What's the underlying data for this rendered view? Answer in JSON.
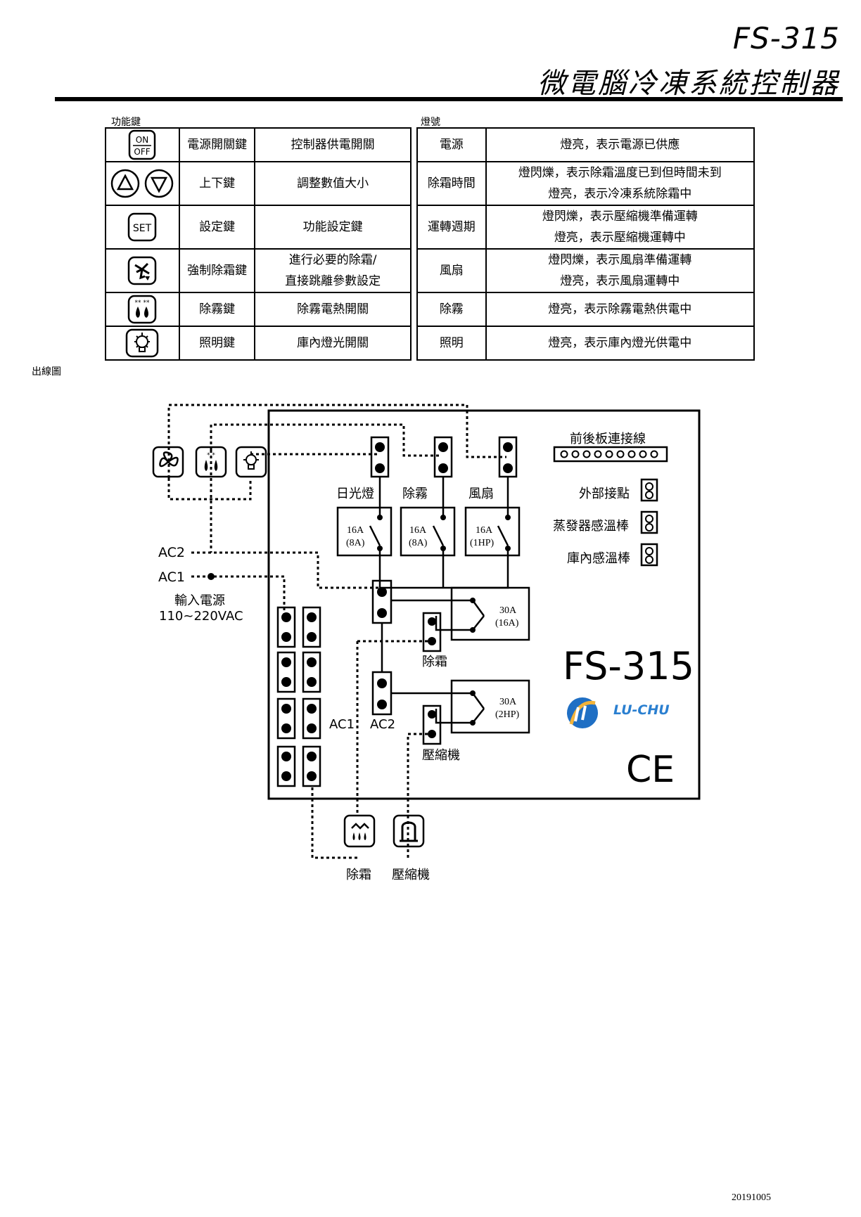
{
  "header": {
    "model": "FS-315",
    "title": "微電腦冷凍系統控制器"
  },
  "keys": {
    "label": "功能鍵",
    "rows": [
      {
        "icon": "on-off-icon",
        "icon_text_top": "ON",
        "icon_text_bottom": "OFF",
        "name": "電源開關鍵",
        "desc": "控制器供電開關"
      },
      {
        "icon": "up-down-icon",
        "name": "上下鍵",
        "desc": "調整數值大小"
      },
      {
        "icon": "set-icon",
        "icon_text": "SET",
        "name": "設定鍵",
        "desc": "功能設定鍵"
      },
      {
        "icon": "defrost-icon",
        "name": "強制除霜鍵",
        "desc_1": "進行必要的除霜/",
        "desc_2": "直接跳離參數設定"
      },
      {
        "icon": "defog-icon",
        "name": "除霧鍵",
        "desc": "除霧電熱開關"
      },
      {
        "icon": "light-icon",
        "name": "照明鍵",
        "desc": "庫內燈光開關"
      }
    ]
  },
  "lights": {
    "label": "燈號",
    "rows": [
      {
        "name": "電源",
        "desc_1": "燈亮，表示電源已供應"
      },
      {
        "name": "除霜時間",
        "desc_1": "燈閃爍，表示除霜溫度已到但時間未到",
        "desc_2": "燈亮，表示冷凍系統除霜中"
      },
      {
        "name": "運轉週期",
        "desc_1": "燈閃爍，表示壓縮機準備運轉",
        "desc_2": "燈亮，表示壓縮機運轉中"
      },
      {
        "name": "風扇",
        "desc_1": "燈閃爍，表示風扇準備運轉",
        "desc_2": "燈亮，表示風扇運轉中"
      },
      {
        "name": "除霧",
        "desc_1": "燈亮，表示除霧電熱供電中"
      },
      {
        "name": "照明",
        "desc_1": "燈亮，表示庫內燈光供電中"
      }
    ]
  },
  "wiring": {
    "label": "出線圖",
    "board_connector": "前後板連接線",
    "external_contact": "外部接點",
    "evap_sensor": "蒸發器感溫棒",
    "room_sensor": "庫內感溫棒",
    "relays": [
      {
        "name": "日光燈",
        "rating": "16A",
        "rating_sub": "(8A)"
      },
      {
        "name": "除霧",
        "rating": "16A",
        "rating_sub": "(8A)"
      },
      {
        "name": "風扇",
        "rating": "16A",
        "rating_sub": "(1HP)"
      }
    ],
    "defrost_relay": {
      "rating": "30A",
      "rating_sub": "(16A)",
      "name": "除霜"
    },
    "compressor_relay": {
      "rating": "30A",
      "rating_sub": "(2HP)",
      "name": "壓縮機"
    },
    "ac2": "AC2",
    "ac1": "AC1",
    "input_power": "輸入電源",
    "input_voltage": "110~220VAC",
    "term_ac1": "AC1",
    "term_ac2": "AC2",
    "board_model": "FS-315",
    "brand": "LU-CHU",
    "ce": "CE",
    "out_defrost": "除霜",
    "out_compressor": "壓縮機"
  },
  "footer": {
    "date": "20191005"
  }
}
